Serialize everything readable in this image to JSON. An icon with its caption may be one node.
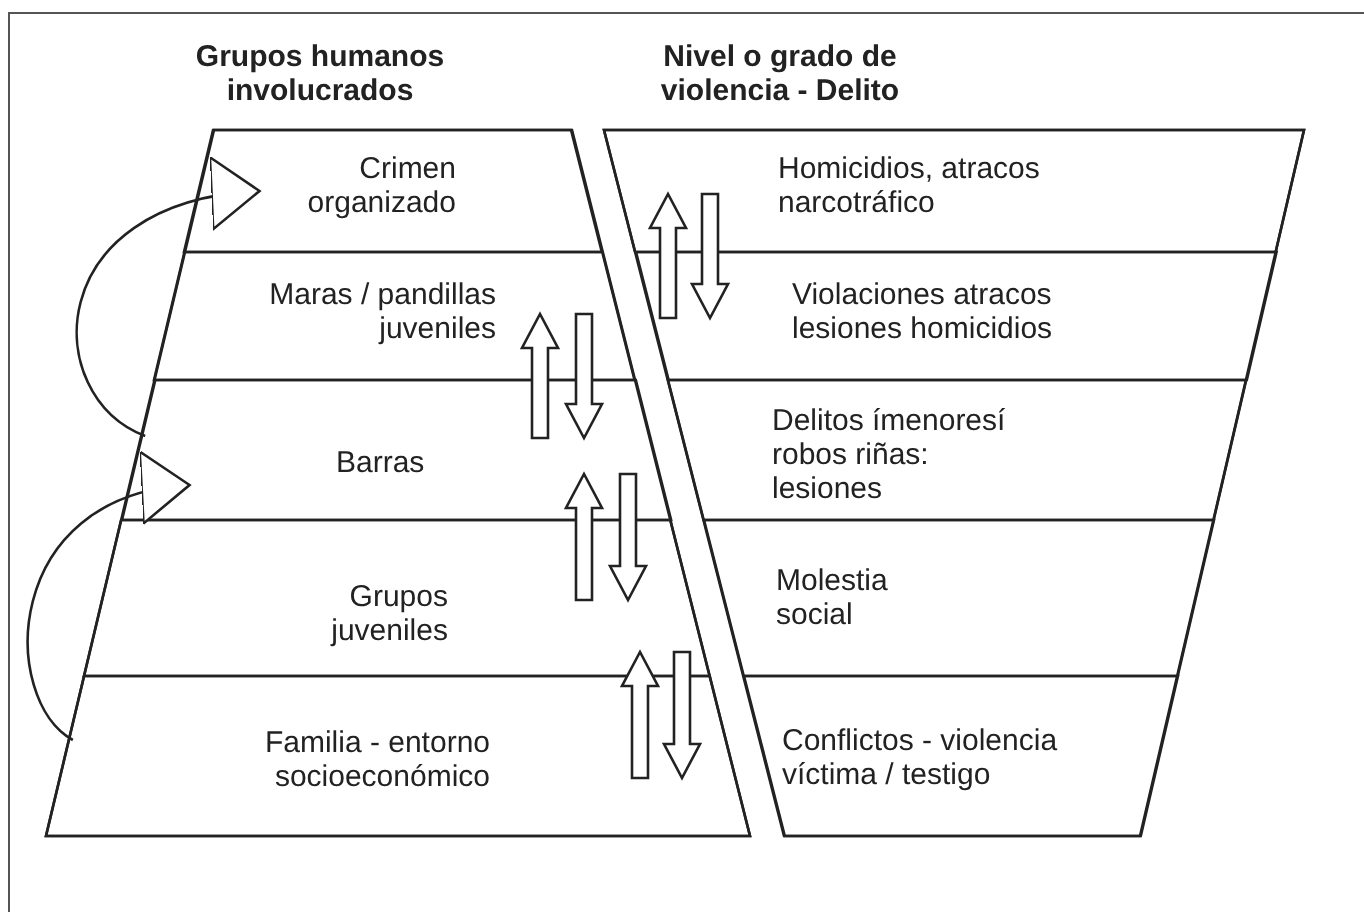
{
  "diagram": {
    "nodes": [
      {
        "text": [
          "Grupos humanos involucrados"
        ]
      },
      {
        "text": [
          "Crimen organizado"
        ],
        "in": 0
      },
      {
        "text": [
          "Maras / pandillas juveniles"
        ],
        "in": 0
      },
      {
        "text": [
          "Barras"
        ],
        "in": 0
      },
      {
        "text": [
          "Grupos juveniles"
        ],
        "in": 0
      },
      {
        "text": [
          "Familia - entorno socioeconómico"
        ],
        "in": 0
      },
      {
        "text": [
          "Nivel o grado de violencia - Delito"
        ]
      },
      {
        "text": [
          "Homicidios, atracos narcotráfico"
        ],
        "in": 6
      },
      {
        "text": [
          "Violaciones atracos lesiones  homicidios"
        ],
        "in": 6
      },
      {
        "text": [
          "Delitos ímenoresí robos riñas: lesiones"
        ],
        "in": 6
      },
      {
        "text": [
          "Molestia social"
        ],
        "in": 6
      },
      {
        "text": [
          "Conflictos - violencia víctima / testigo"
        ],
        "in": 6
      }
    ],
    "edges": [
      {
        "from": 3,
        "to": 1,
        "arrow": "to"
      },
      {
        "from": 5,
        "to": 3,
        "arrow": "to"
      },
      {
        "from": 8,
        "to": 7,
        "arrow": "to"
      },
      {
        "from": 7,
        "to": 8,
        "arrow": "to"
      },
      {
        "from": 3,
        "to": 2,
        "arrow": "to"
      },
      {
        "from": 2,
        "to": 3,
        "arrow": "to"
      },
      {
        "from": 4,
        "to": 3,
        "arrow": "to"
      },
      {
        "from": 3,
        "to": 4,
        "arrow": "to"
      },
      {
        "from": 5,
        "to": 4,
        "arrow": "to"
      },
      {
        "from": 4,
        "to": 5,
        "arrow": "to"
      }
    ]
  }
}
